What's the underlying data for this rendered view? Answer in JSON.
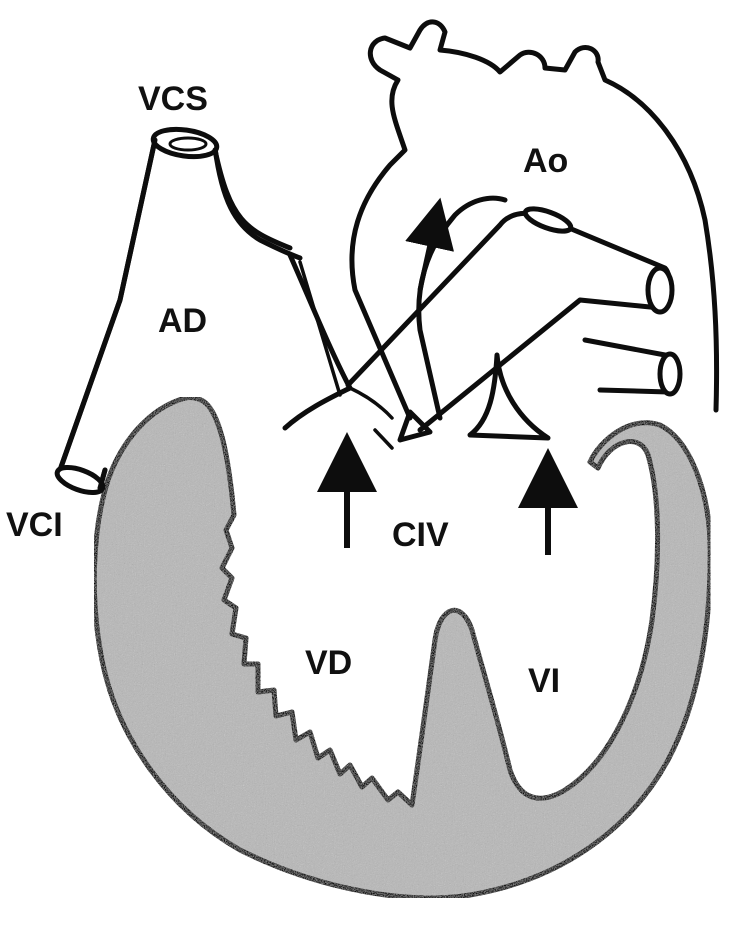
{
  "labels": {
    "vcs": "VCS",
    "ao": "Ao",
    "ad": "AD",
    "vci": "VCI",
    "civ": "CIV",
    "vd": "VD",
    "vi": "VI"
  },
  "colors": {
    "background": "#ffffff",
    "outline": "#0d0d0d",
    "myocardium": "#b8b8b8"
  }
}
